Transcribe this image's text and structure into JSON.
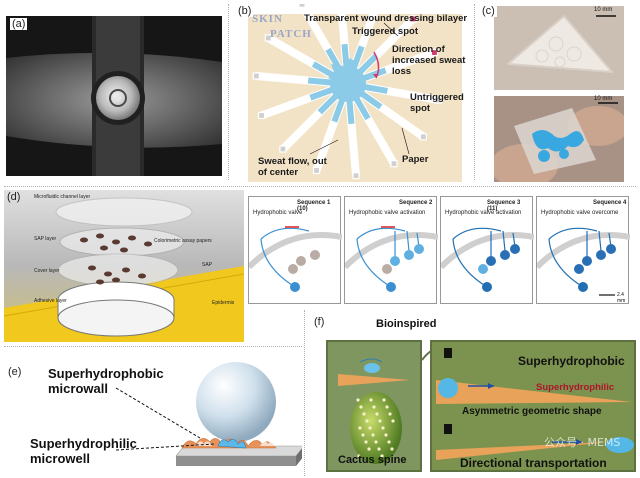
{
  "panels": {
    "a": {
      "label": "(a)"
    },
    "b": {
      "label": "(b)",
      "skin": "SKIN",
      "patch": "PATCH",
      "bilayer": "Transparent wound dressing bilayer",
      "triggered": "Triggered spot",
      "direction": "Direction of increased sweat loss",
      "untriggered": "Untriggered spot",
      "paper": "Paper",
      "sweatflow": "Sweat flow, out of center"
    },
    "c": {
      "label": "(c)",
      "scale1": "10 mm",
      "scale2": "10 mm"
    },
    "d": {
      "label": "(d)",
      "layers": {
        "microfluidic": "Microfluidic channel layer",
        "sap": "SAP layer",
        "colorimetric": "Colorimetric assay papers",
        "sap2": "SAP",
        "cover": "Cover layer",
        "adhesive": "Adhesive layer",
        "epidermis": "Epidermis"
      },
      "sequences": [
        {
          "title": "Sequence 1 (10)",
          "subtitle": "Hydrophobic valve"
        },
        {
          "title": "Sequence 2",
          "subtitle": "Hydrophobic valve activation"
        },
        {
          "title": "Sequence 3 (11)",
          "subtitle": "Hydrophobic valve activation"
        },
        {
          "title": "Sequence 4",
          "subtitle": "Hydrophobic valve overcome"
        }
      ],
      "scale": "2.4 mm"
    },
    "e": {
      "label": "(e)",
      "microwall": "Superhydrophobic microwall",
      "microwell": "Superhydrophilic microwell"
    },
    "f": {
      "label": "(f)",
      "bioinspired": "Bioinspired",
      "cactus": "Cactus spine",
      "superhydrophobic": "Superhydrophobic",
      "superhydrophilic": "Superhydrophilic",
      "asymmetric": "Asymmetric geometric shape",
      "directional": "Directional transportation",
      "watermark": "公众号 · MEMS"
    }
  },
  "colors": {
    "patch_bg": "#f3e3c6",
    "channel_blue": "#8ccbe8",
    "sweat_blue": "#3aa0d8",
    "panel_f_bg": "#6f8a4a",
    "cone": "#e8a25a"
  }
}
